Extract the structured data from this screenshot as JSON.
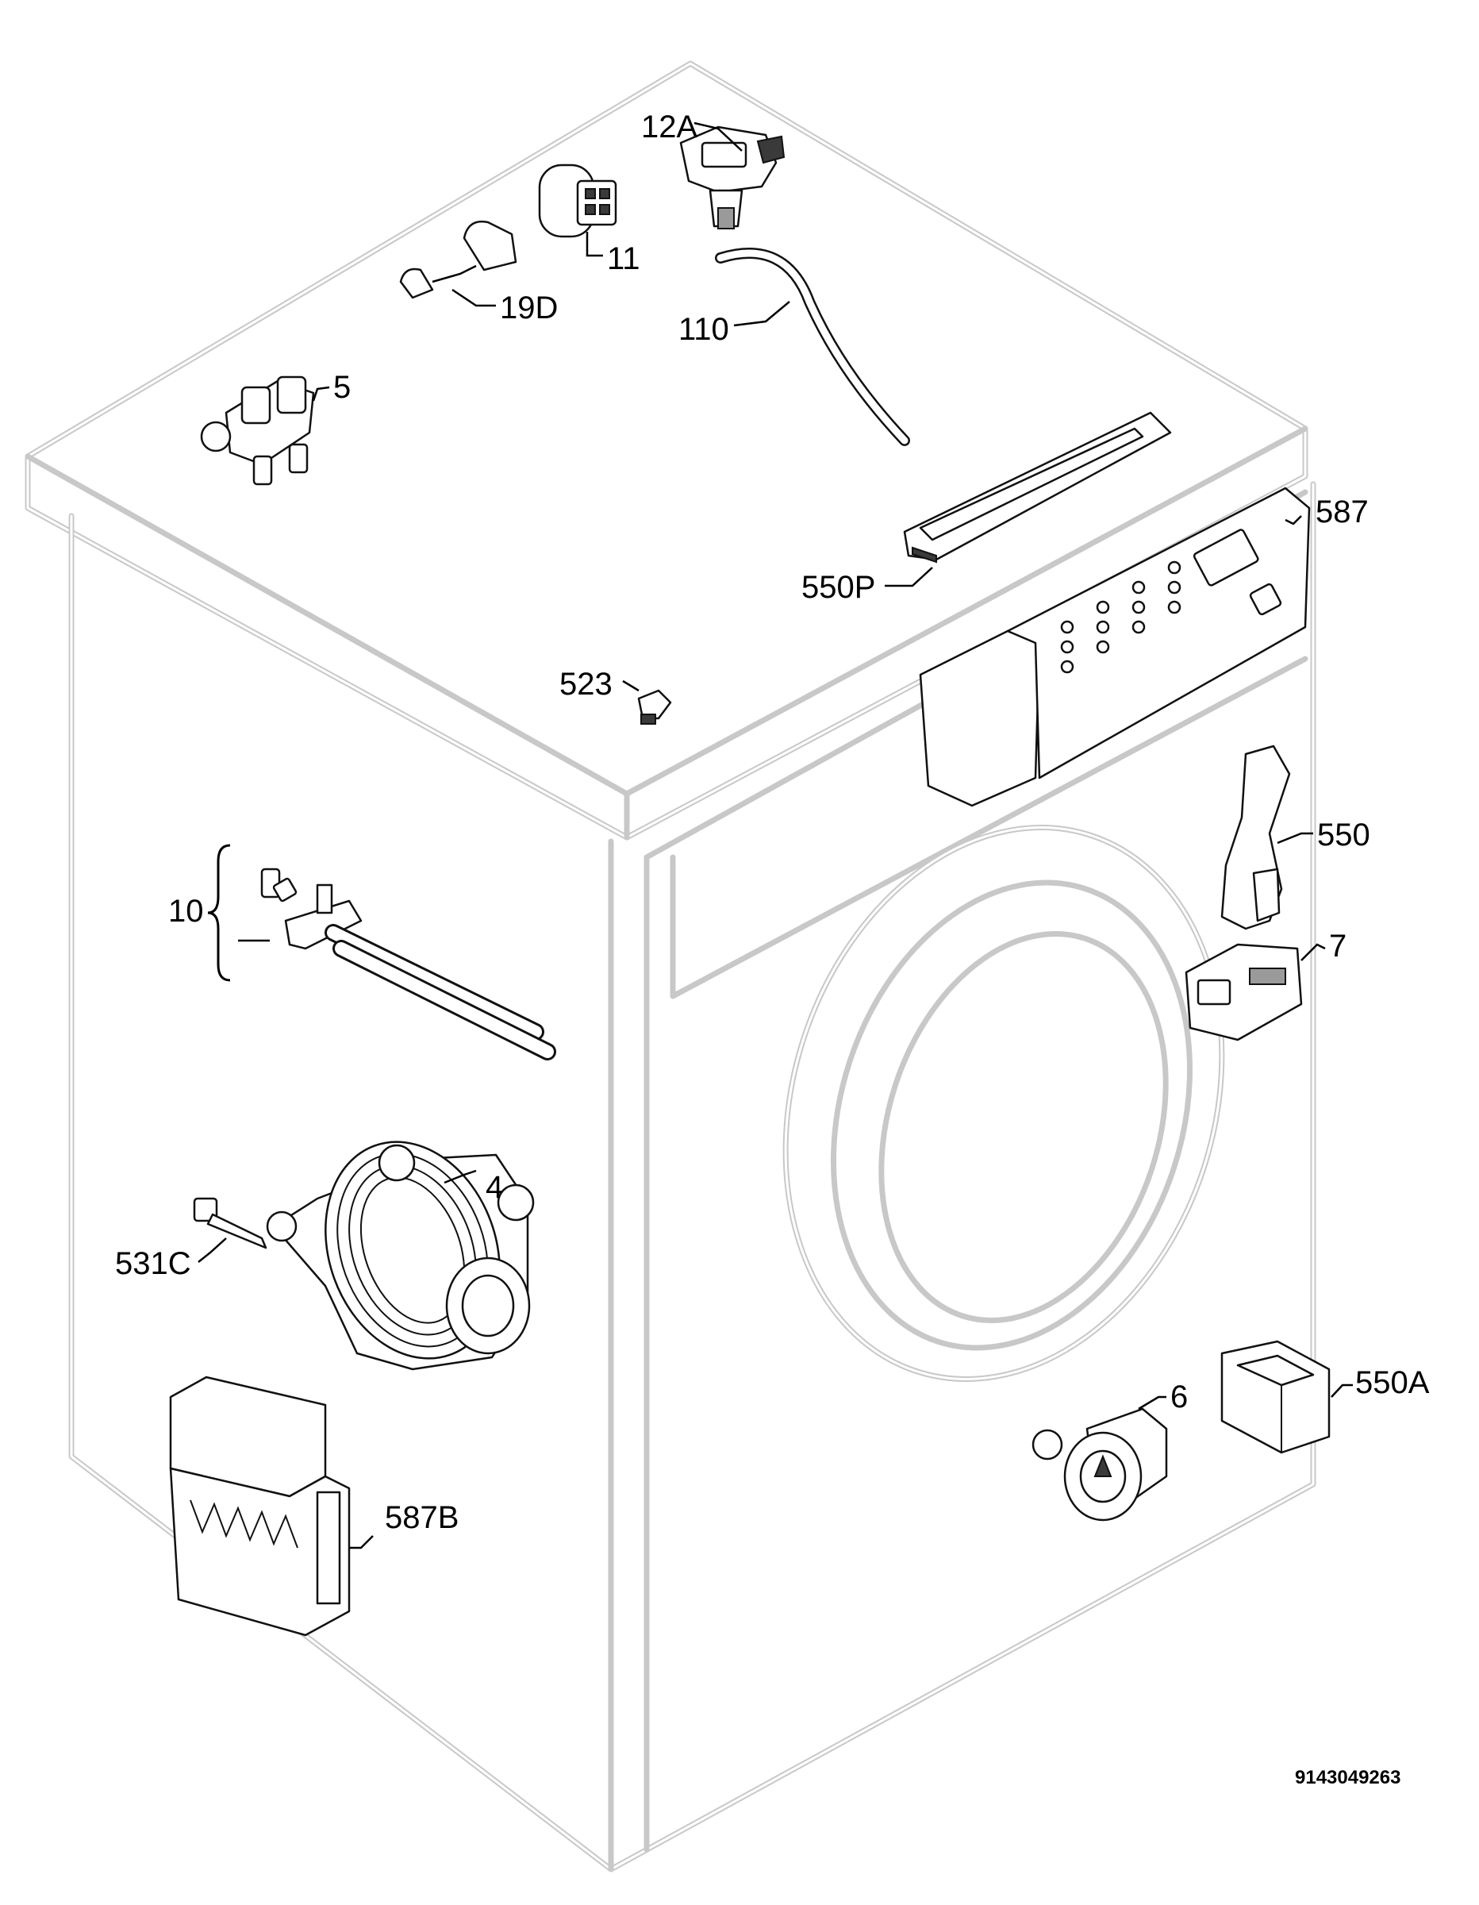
{
  "labels": {
    "part_12A": "12A",
    "part_11": "11",
    "part_19D": "19D",
    "part_110": "110",
    "part_5": "5",
    "part_587": "587",
    "part_550P": "550P",
    "part_523": "523",
    "part_550": "550",
    "part_10": "10",
    "part_7": "7",
    "part_4": "4",
    "part_531C": "531C",
    "part_6": "6",
    "part_550A": "550A",
    "part_587B": "587B"
  },
  "document_number": "9143049263"
}
